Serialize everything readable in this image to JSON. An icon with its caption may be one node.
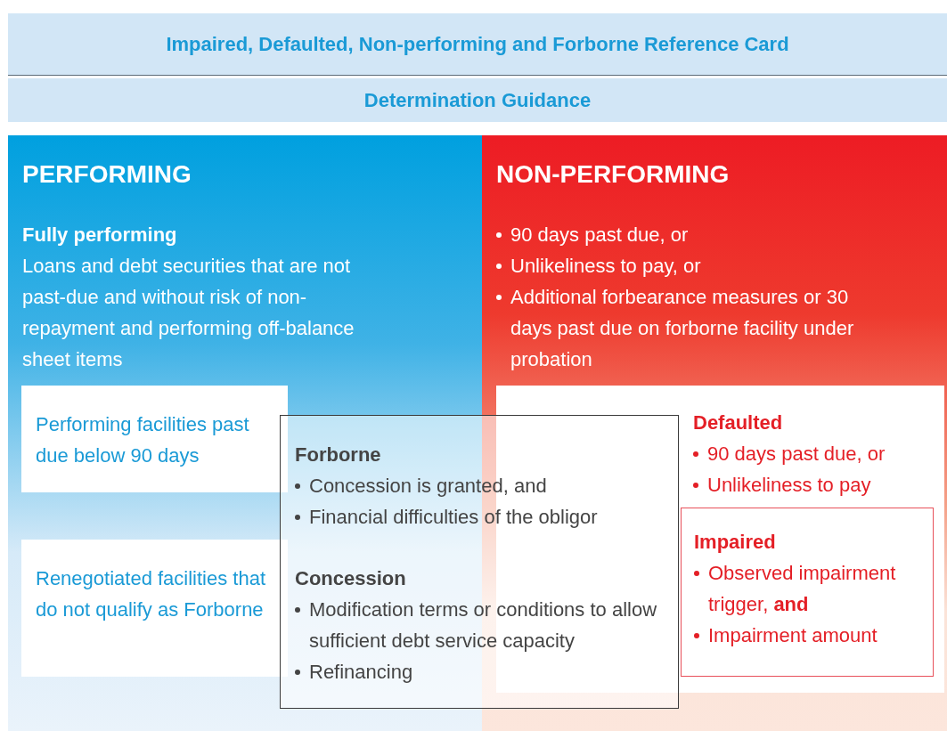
{
  "diagram": {
    "title": "Impaired, Defaulted, Non-performing and Forborne Reference Card",
    "nodes": [
      {
        "text": [
          "PERFORMING",
          "Fully performing",
          "Loans and debt securities that are not past-due and without risk of non-repayment and performing off-balance sheet items"
        ]
      },
      {
        "text": [
          "NON-PERFORMING",
          "90 days past due, or",
          "Unlikeliness to pay, or",
          "Additional forbearance measures or 30 days past due on forborne facility under probation"
        ]
      },
      {
        "text": [
          "Performing facilities past due below 90 days"
        ],
        "in": 0
      },
      {
        "text": [
          "Renegotiated facilities that do not qualify as Forborne"
        ],
        "in": 0
      },
      {
        "text": [
          "Defaulted",
          "90 days past due, or",
          "Unlikeliness to pay"
        ],
        "in": 1
      },
      {
        "text": [
          "Forborne",
          "Concession is granted, and",
          "Financial difficulties of the obligor",
          "Concession",
          "Modification terms or conditions to allow sufficient debt service capacity",
          "Refinancing"
        ]
      },
      {
        "text": [
          "Impaired",
          "Observed impairment trigger, **and**",
          "Impairment amount"
        ],
        "in": 4
      }
    ],
    "edges": [],
    "labels": [
      "Determination Guidance"
    ]
  }
}
